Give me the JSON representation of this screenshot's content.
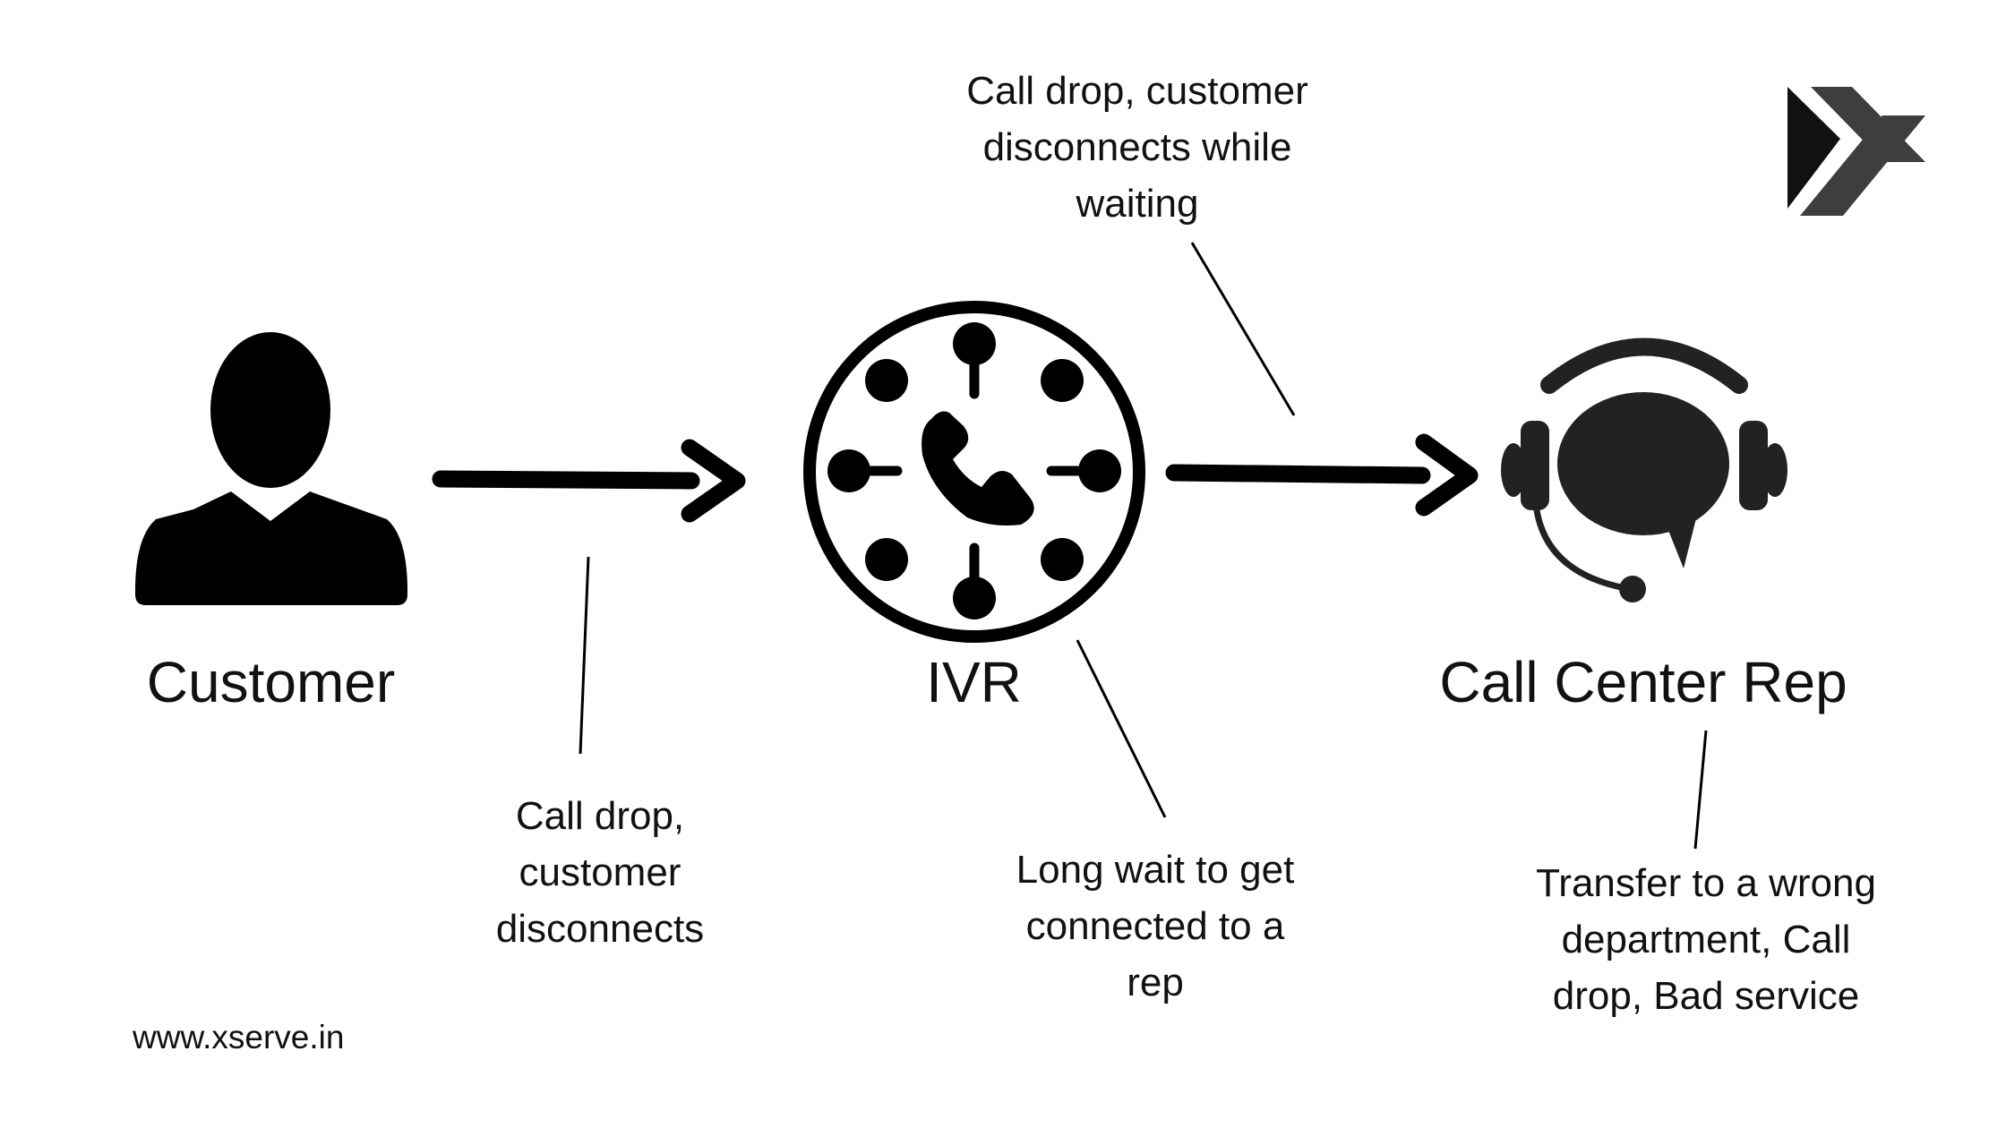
{
  "nodes": {
    "customer": {
      "label": "Customer",
      "icon": "person-icon"
    },
    "ivr": {
      "label": "IVR",
      "icon": "clock-phone-icon"
    },
    "rep": {
      "label": "Call Center Rep",
      "icon": "headset-agent-icon"
    }
  },
  "notes": {
    "customer_ivr": [
      "Call drop,",
      "customer",
      "disconnects"
    ],
    "ivr_wait": [
      "Long wait to get",
      "connected to a",
      "rep"
    ],
    "ivr_rep": [
      "Call drop, customer",
      "disconnects while",
      "waiting"
    ],
    "rep": [
      "Transfer to a wrong",
      "department, Call",
      "drop, Bad service"
    ]
  },
  "logo": {
    "icon": "xserve-logo-icon"
  },
  "footer": {
    "website": "www.xserve.in"
  },
  "colors": {
    "ink": "#111111",
    "icon_fill": "#000000",
    "rep_icon": "#222222",
    "logo_dark": "#111111",
    "logo_grey": "#3d3f3c"
  }
}
